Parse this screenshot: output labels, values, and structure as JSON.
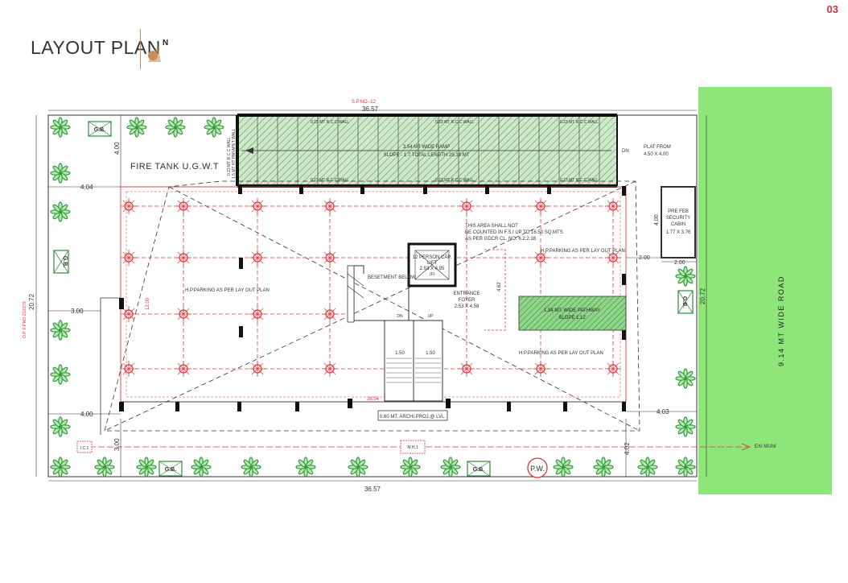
{
  "page": {
    "title": "LAYOUT PLAN",
    "page_number": "03",
    "north_label": "N"
  },
  "colors": {
    "accent": "#c4915a",
    "page_number": "#d0343a",
    "road": "#8ee57a",
    "ramp": "#cfe8cc",
    "trees": "#2f9e3f",
    "red_lines": "#e0373f"
  },
  "plan": {
    "sp_label": "S.P.NO.-12",
    "fp_label": "O.P. F.P.NO.210/279",
    "dims": {
      "top": "36.57",
      "bottom": "36.57",
      "left_height": "20.72",
      "right_height": "20.72",
      "left_4_04": "4.04",
      "left_3_00": "3.00",
      "left_4_00": "4.00",
      "left_3_00_b": "3.00",
      "top_left_4_00": "4.00",
      "right_2_00": "2.00",
      "right_2_00_b": "2.00",
      "right_4_03": "4.03",
      "right_4_02": "4.02",
      "right_4_00": "4.00",
      "inner_4_62": "4.62",
      "stair_left": "1.50",
      "stair_right": "1.50",
      "ramp_end": "28.54",
      "inner_red": "12.00"
    },
    "labels": {
      "fire_tank": "FIRE TANK  U.G.W.T",
      "rcc_wall_v": "0.23 MT R.C.C WALL",
      "parapet_wall_v": "1.5 MT HT PARAPET WALL",
      "rcc_wall_1": "0.23 MT R.C.C WALL",
      "rcc_wall_2": "0.23 MT R.C.C WALL",
      "rcc_wall_3": "0.23 MT R.C.C WALL",
      "rcc_wall_4": "0.23 MT R.C.C WALL",
      "rcc_wall_5": "0.23 MT R.C.C WALL",
      "rcc_wall_6": "0.23 MT R.C.C WALL",
      "ramp_width": "3.54 MT WIDE RAMP",
      "ramp_slope": "SLOPE - 1:7 TOTAL LENGTH 25.18 MT",
      "dn": "DN",
      "plat_from": "PLAT FROM",
      "plat_size": "4.50 X 4.00",
      "cabin_1": "PRE FEB",
      "cabin_2": "SECURITY",
      "cabin_3": "CABIN",
      "cabin_size": "1.77 X 3.76",
      "fsi_1": "THIS AREA SHALL NOT",
      "fsi_2": "BE COUNTED IN F.S.I UP TO 16.50 SQ.MTS",
      "fsi_3": "AS PER GDCR CL. NO. 6.2.2.18",
      "lift_1": "12 PERSON CAP.",
      "lift_2": "LIFT",
      "lift_3": "2.53 X 4.95",
      "lift_4": "(F)",
      "basement": "BESETMENT BELOW",
      "parking_left": "H.P.PARKING AS PER LAY OUT PLAN",
      "parking_top_right": "H.P.PARKING AS PER LAY OUT PLAN",
      "parking_bottom_right": "H.P.PARKING AS PER LAY OUT PLAN",
      "entrance_1": "ENTRANCE",
      "entrance_2": "FOYER",
      "entrance_3": "2.53 X 4.58",
      "pathway_1": "1.94 MT. WIDE PATHWAY",
      "pathway_2": "SLOPE 1:12",
      "up": "UP",
      "dn_stair": "DN",
      "archi_proj": "0.60 MT. ARCHI.PROJ.@ LVL.",
      "mh": "M.H.1",
      "ic": "I.C.1",
      "exi_muni": "EXI MUNI",
      "pw": "P.W.",
      "road": "9.14 MT WIDE ROAD",
      "gb": "G.B."
    }
  }
}
